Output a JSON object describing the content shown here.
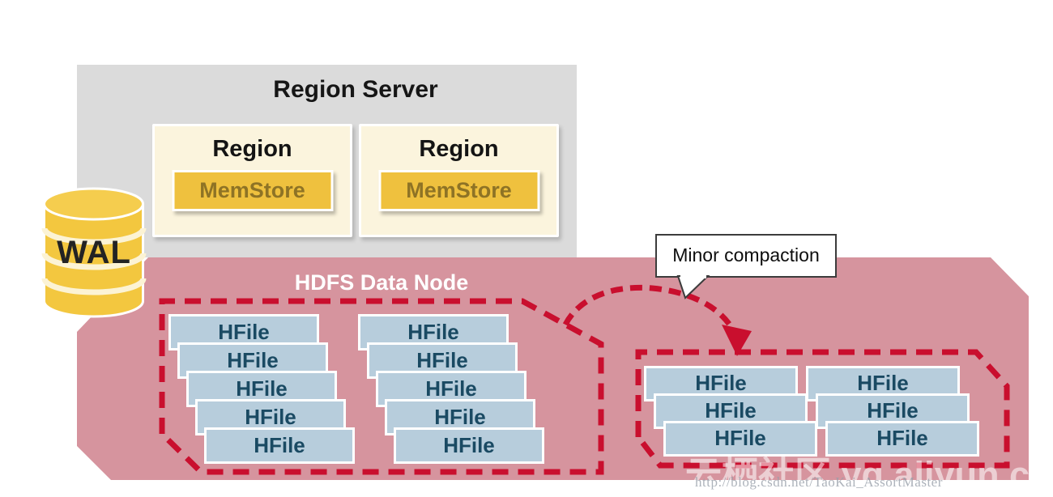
{
  "region_server": {
    "title": "Region Server",
    "regions": [
      {
        "label": "Region",
        "memstore": "MemStore"
      },
      {
        "label": "Region",
        "memstore": "MemStore"
      }
    ]
  },
  "wal": {
    "label": "WAL"
  },
  "hdfs": {
    "title": "HDFS Data Node",
    "group1": {
      "stacks": [
        [
          "HFile",
          "HFile",
          "HFile",
          "HFile",
          "HFile"
        ],
        [
          "HFile",
          "HFile",
          "HFile",
          "HFile",
          "HFile"
        ]
      ]
    },
    "group2": {
      "stacks": [
        [
          "HFile",
          "HFile",
          "HFile"
        ],
        [
          "HFile",
          "HFile",
          "HFile"
        ]
      ]
    }
  },
  "callout": {
    "label": "Minor compaction"
  },
  "watermark": {
    "main": "云栖社区 yq.aliyun.com",
    "sub": "http://blog.csdn.net/TaoKai_AssortMaster"
  },
  "colors": {
    "pink_area": "#d6949e",
    "dashed_red": "#c90f2e",
    "gray_box": "#dbdbdb",
    "cream_box": "#fbf4dd",
    "memstore_gold": "#efc13e",
    "memstore_text": "#8e7325",
    "hfile_blue": "#b7cddc",
    "hfile_text": "#1a4a63",
    "wal_gold": "#f3c73f"
  }
}
